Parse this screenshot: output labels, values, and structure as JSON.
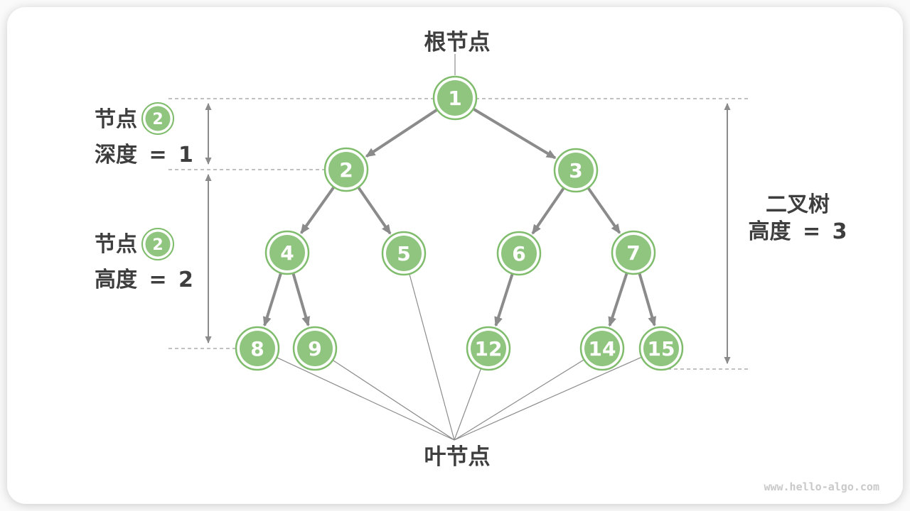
{
  "diagram": {
    "root_label": "根节点",
    "leaf_label": "叶节点",
    "annotations": {
      "depth": {
        "prefix": "节点",
        "badge": "2",
        "text": "深度 = 1"
      },
      "node_height": {
        "prefix": "节点",
        "badge": "2",
        "text": "高度 = 2"
      },
      "tree_height": {
        "line1": "二叉树",
        "line2": "高度 = 3"
      }
    },
    "tree": {
      "nodes": [
        {
          "value": "1"
        },
        {
          "value": "2"
        },
        {
          "value": "3"
        },
        {
          "value": "4"
        },
        {
          "value": "5"
        },
        {
          "value": "6"
        },
        {
          "value": "7"
        },
        {
          "value": "8"
        },
        {
          "value": "9"
        },
        {
          "value": "12"
        },
        {
          "value": "14"
        },
        {
          "value": "15"
        }
      ],
      "edges": [
        [
          "1",
          "2"
        ],
        [
          "1",
          "3"
        ],
        [
          "2",
          "4"
        ],
        [
          "2",
          "5"
        ],
        [
          "3",
          "6"
        ],
        [
          "3",
          "7"
        ],
        [
          "4",
          "8"
        ],
        [
          "4",
          "9"
        ],
        [
          "6",
          "12"
        ],
        [
          "7",
          "14"
        ],
        [
          "7",
          "15"
        ]
      ],
      "leaves": [
        "5",
        "8",
        "9",
        "12",
        "14",
        "15"
      ]
    },
    "colors": {
      "node_fill": "#90C57F",
      "node_ring": "#7FBC6C",
      "edge_gray": "#8B8B8B",
      "dashed_gray": "#9C9C9C",
      "label_text": "#3E3E3E",
      "watermark_text": "#C9C9C9"
    },
    "watermark": "www.hello-algo.com"
  }
}
